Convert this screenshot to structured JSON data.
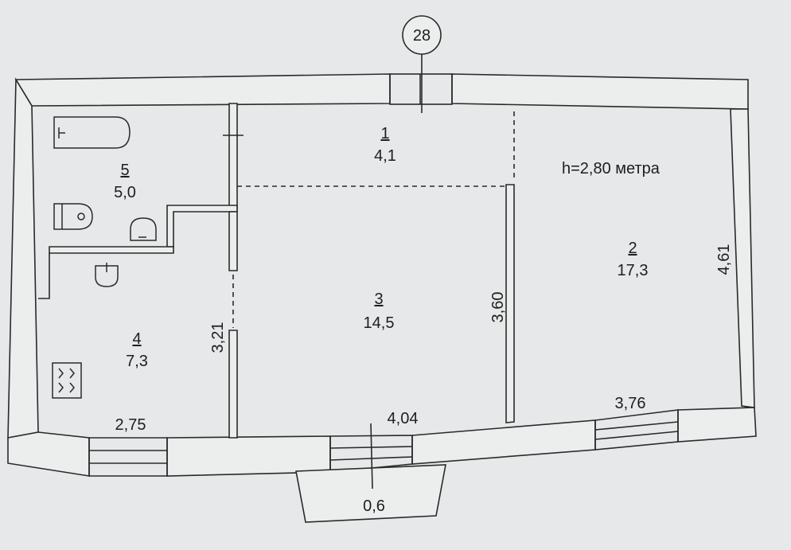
{
  "axis_marker": "28",
  "ceiling_height": "h=2,80 метра",
  "rooms": [
    {
      "number": "1",
      "area": "4,1"
    },
    {
      "number": "2",
      "area": "17,3"
    },
    {
      "number": "3",
      "area": "14,5"
    },
    {
      "number": "4",
      "area": "7,3"
    },
    {
      "number": "5",
      "area": "5,0"
    }
  ],
  "dimensions": {
    "room2_depth": "4,61",
    "room3_depth": "3,60",
    "room4_depth": "3,21",
    "room4_width": "2,75",
    "room3_width": "4,04",
    "room2_width": "3,76",
    "balcony_depth": "0,6"
  }
}
